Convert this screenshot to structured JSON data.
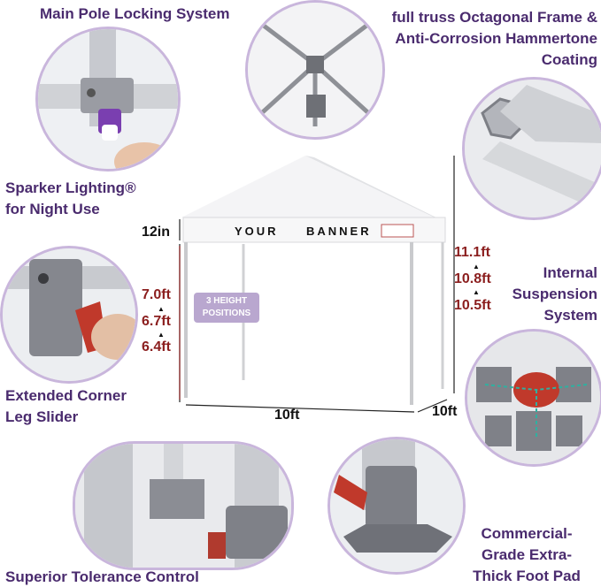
{
  "labels": {
    "main_pole": "Main Pole Locking System",
    "frame": "full truss Octagonal Frame & Anti-Corrosion Hammertone Coating",
    "lighting": "Sparker Lighting® for Night Use",
    "internal": "Internal Suspension System",
    "corner": "Extended Corner Leg Slider",
    "tolerance": "Superior Tolerance Control",
    "footpad": "Commercial-Grade Extra-Thick Foot Pad"
  },
  "banner": {
    "left": "YOUR",
    "right": "BANNER"
  },
  "badge": "3 HEIGHT POSITIONS",
  "dims": {
    "canopy": "12in",
    "left_heights": [
      "7.0ft",
      "6.7ft",
      "6.4ft"
    ],
    "right_heights": [
      "11.1ft",
      "10.8ft",
      "10.5ft"
    ],
    "width": "10ft",
    "depth": "10ft"
  },
  "colors": {
    "label_purple": "#4a2b6e",
    "dim_red": "#8b1e1e",
    "ring": "#c9b6dc"
  }
}
